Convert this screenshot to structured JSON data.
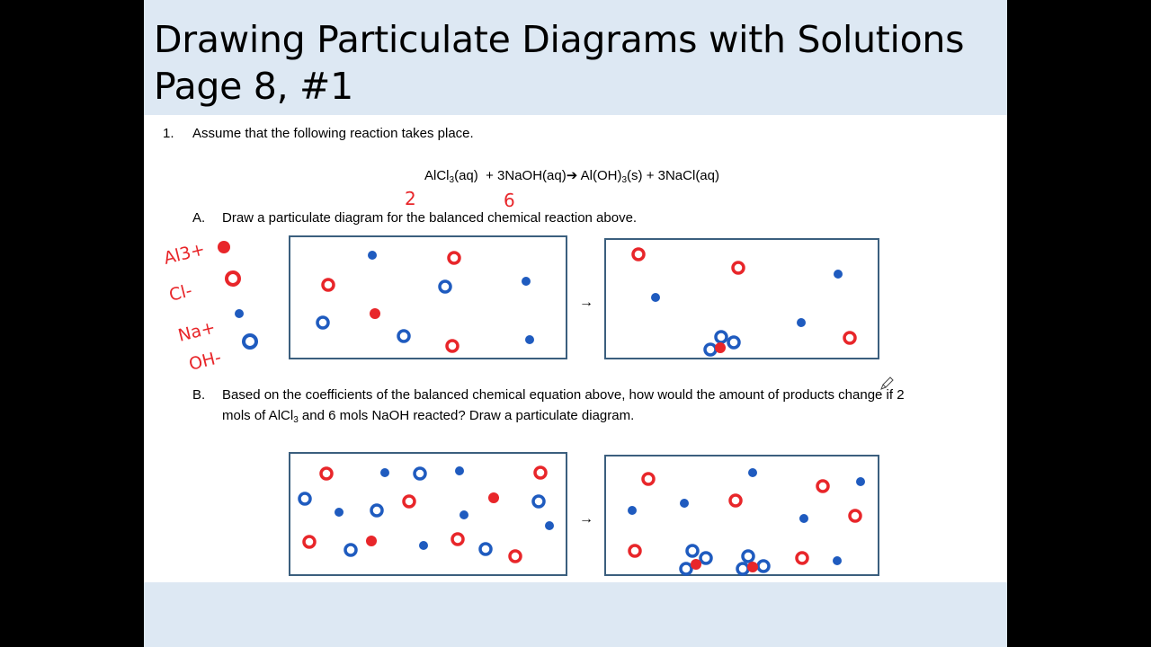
{
  "title": {
    "line1": "Drawing Particulate Diagrams with Solutions",
    "line2": "Page 8, #1"
  },
  "question": {
    "number": "1.",
    "prompt": "Assume that the following reaction takes place."
  },
  "equation": {
    "r1": "AlCl",
    "r1_sub": "3",
    "r1_state": "(aq)",
    "plus1": "+ 3NaOH(aq)",
    "arrow": "➔",
    "p1": "Al(OH)",
    "p1_sub": "3",
    "p1_state": "(s) + 3NaCl(aq)"
  },
  "handwritten": {
    "coef1": "2",
    "coef2": "6",
    "legend": [
      "Al3+",
      "Cl-",
      "Na+",
      "OH-"
    ]
  },
  "partA": {
    "label": "A.",
    "text": "Draw a particulate diagram for the balanced chemical reaction above."
  },
  "partB": {
    "label": "B.",
    "line1": "Based on the coefficients of the balanced chemical equation above, how would the amount of products change if 2",
    "line2_a": "mols of AlCl",
    "line2_sub": "3",
    "line2_b": " and 6 mols NaOH reacted? Draw a particulate diagram."
  },
  "arrows": [
    "→",
    "→"
  ],
  "colors": {
    "slide_bg": "#dde8f3",
    "red_particle": "#e8262a",
    "blue_particle": "#1f5bbf",
    "box_border": "#3b5f7e"
  }
}
